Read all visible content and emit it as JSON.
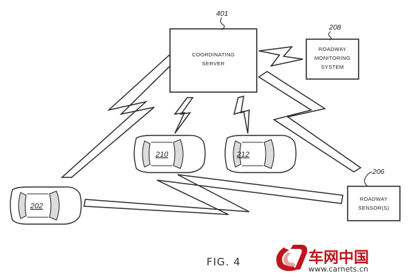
{
  "diagram": {
    "coordinating_server": {
      "ref": "401",
      "line1": "COORDINATING",
      "line2": "SERVER"
    },
    "roadway_monitoring_system": {
      "ref": "208",
      "line1": "ROADWAY",
      "line2": "MONITORING",
      "line3": "SYSTEM"
    },
    "roadway_sensors": {
      "ref": "206",
      "line1": "ROADWAY",
      "line2": "SENSOR(S)"
    },
    "vehicles": [
      {
        "label": "210"
      },
      {
        "label": "212"
      },
      {
        "label": "202"
      }
    ],
    "caption": "FIG. 4"
  },
  "watermark": {
    "text": "车网中国",
    "url": "www.carnets.cn",
    "colors": {
      "logo": "#c0141c",
      "text": "#333333"
    }
  }
}
